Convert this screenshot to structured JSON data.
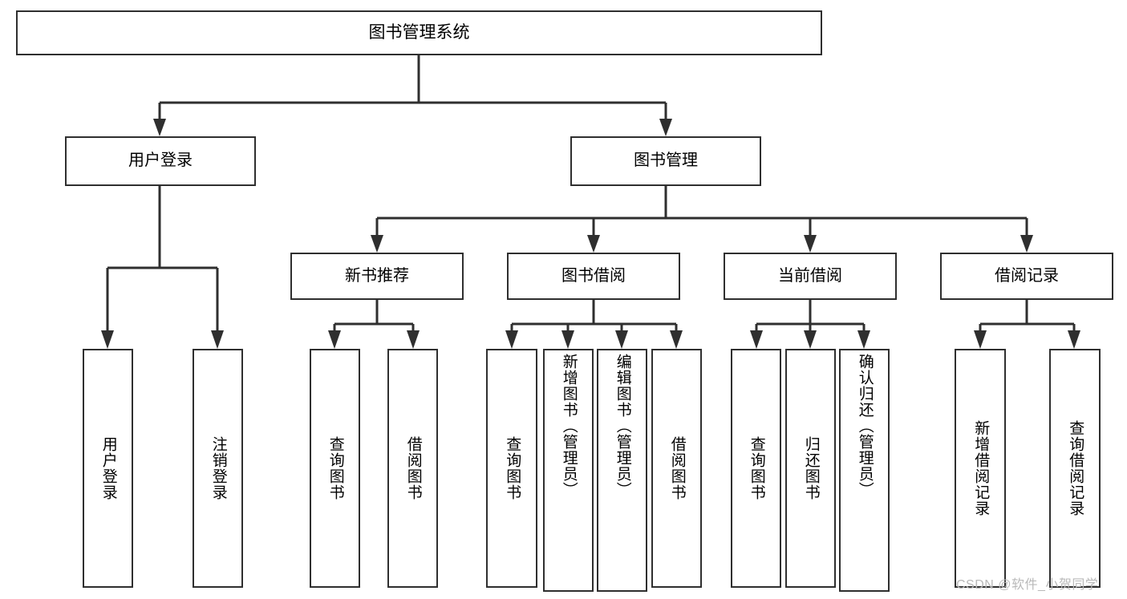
{
  "diagram": {
    "type": "hierarchy-tree",
    "title": "图书管理系统",
    "colors": {
      "stroke": "#2f2f2f",
      "fill": "#ffffff",
      "text": "#000000",
      "watermark": "#b9b9b9"
    },
    "root": {
      "label": "图书管理系统"
    },
    "level2": [
      {
        "label": "用户登录"
      },
      {
        "label": "图书管理"
      }
    ],
    "level3": [
      {
        "label": "新书推荐"
      },
      {
        "label": "图书借阅"
      },
      {
        "label": "当前借阅"
      },
      {
        "label": "借阅记录"
      }
    ],
    "leaves": {
      "user_login": [
        {
          "label": "用户登录"
        },
        {
          "label": "注销登录"
        }
      ],
      "new_book_recommend": [
        {
          "label": "查询图书"
        },
        {
          "label": "借阅图书"
        }
      ],
      "book_borrow": [
        {
          "label": "查询图书"
        },
        {
          "label": "新增图书（管理员）"
        },
        {
          "label": "编辑图书（管理员）"
        },
        {
          "label": "借阅图书"
        }
      ],
      "current_borrow": [
        {
          "label": "查询图书"
        },
        {
          "label": "归还图书"
        },
        {
          "label": "确认归还（管理员）"
        }
      ],
      "borrow_record": [
        {
          "label": "新增借阅记录"
        },
        {
          "label": "查询借阅记录"
        }
      ]
    }
  },
  "watermark": {
    "text": "CSDN @软件_小贺同学"
  }
}
